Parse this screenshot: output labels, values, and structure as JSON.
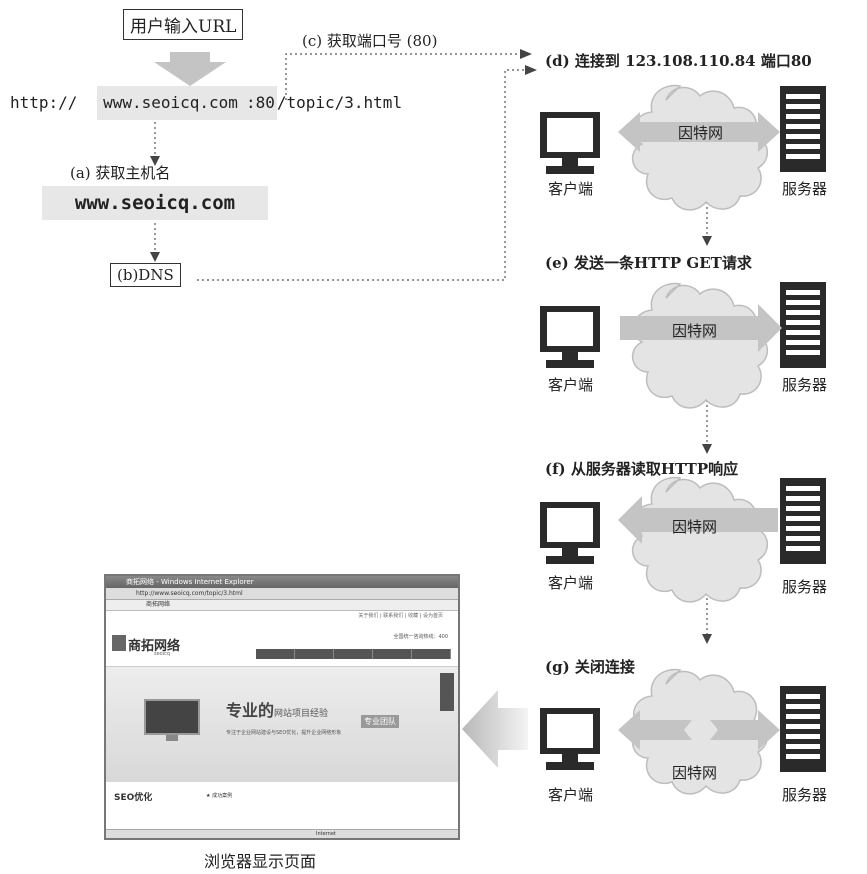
{
  "user_input": "用户输入URL",
  "url": {
    "scheme": "http://",
    "host": "www.seoicq.com",
    "port": ":80",
    "path": "/topic/3.html"
  },
  "steps": {
    "a": "(a) 获取主机名",
    "a_host": "www.seoicq.com",
    "b": "(b)DNS",
    "c": "(c) 获取端口号 (80)",
    "d": "(d) 连接到 123.108.110.84 端口80",
    "e": "(e) 发送一条HTTP GET请求",
    "f": "(f) 从服务器读取HTTP响应",
    "g": "(g) 关闭连接"
  },
  "labels": {
    "internet": "因特网",
    "client": "客户端",
    "server": "服务器",
    "browser_caption": "浏览器显示页面"
  },
  "browser": {
    "window_title": "商拓网络 - Windows Internet Explorer",
    "address": "http://www.seoicq.com/topic/3.html",
    "tab": "商拓网络",
    "top_links": "关于我们 | 联系我们 | 收藏 | 设为首页",
    "logo": "商拓网络",
    "logo_sub": "seoicq",
    "phone": "全国统一咨询热线：400",
    "slogan_bold": "专业的",
    "slogan_rest": "网站项目经验",
    "banner_line": "专注于企业网站建设与SEO优化，提升企业网络形象",
    "tag": "专业团队",
    "seo": "SEO优化",
    "case": "★ 成功案例",
    "status": "Internet"
  },
  "colors": {
    "arrow_gray": "#c4c4c4",
    "cloud_gray": "#e2e2e2",
    "device_dark": "#2a2a2a"
  }
}
